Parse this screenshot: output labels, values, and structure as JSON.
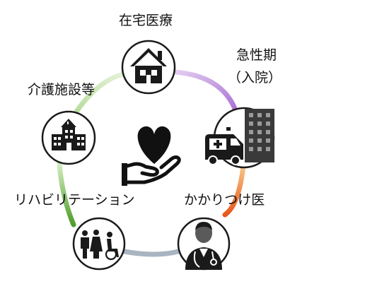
{
  "nodes": {
    "home_care": "在宅医療",
    "acute_line1": "急性期",
    "acute_line2": "（入院）",
    "gp": "かかりつけ医",
    "rehab": "リハビリテーション",
    "facility": "介護施設等"
  },
  "colors": {
    "ring_top_left": "#b7dc9a",
    "ring_top_right": "#b98ad8",
    "ring_right": "#f47b20",
    "ring_bottom": "#a8b4c0",
    "ring_left": "#5aa832",
    "icon": "#1a1a1a"
  },
  "icons": [
    "house-icon",
    "ambulance-icon",
    "hospital-building-icon",
    "doctor-icon",
    "family-wheelchair-icon",
    "care-facility-icon",
    "hand-heart-icon"
  ]
}
